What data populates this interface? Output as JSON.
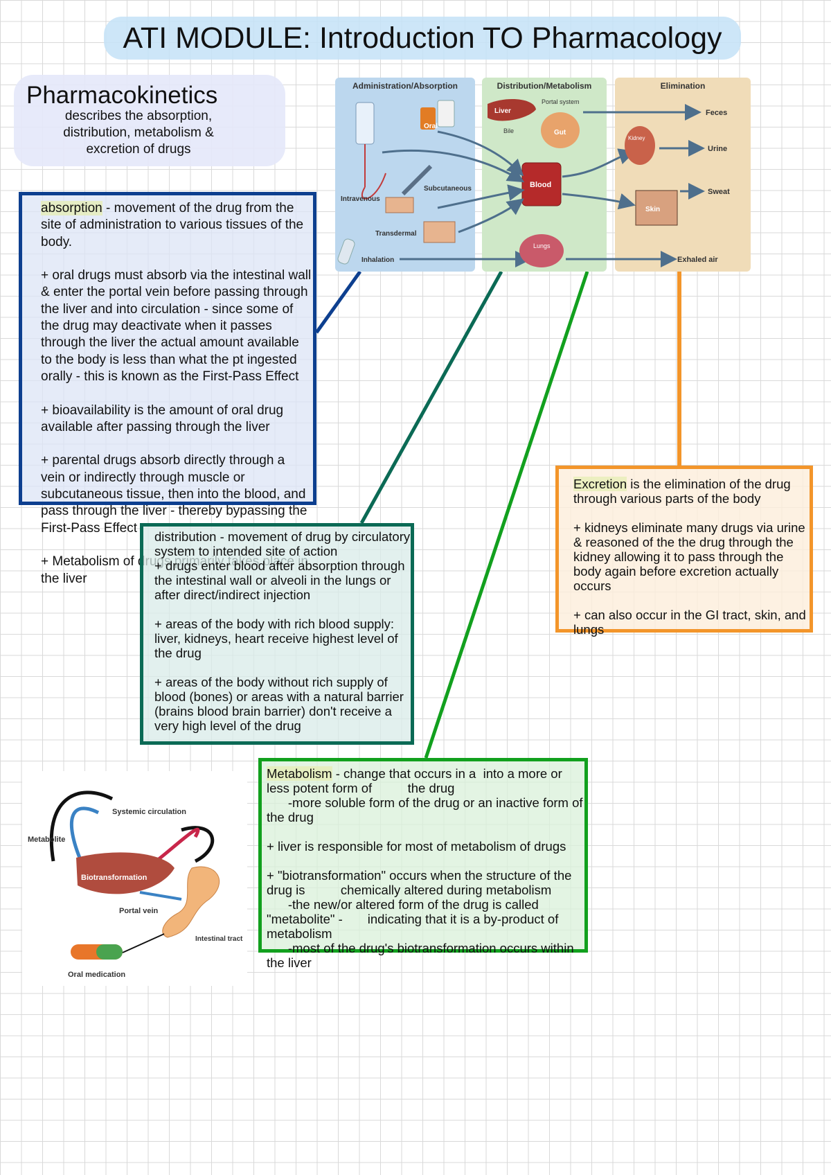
{
  "title": "ATI MODULE: Introduction TO Pharmacology",
  "pharmacokinetics": {
    "heading": "Pharmacokinetics",
    "description": "describes the absorption, distribution, metabolism & excretion of drugs"
  },
  "absorption_note": {
    "term": "absorption",
    "text": " - movement of the drug from the site of administration to various tissues of the body.\n\n+ oral drugs must absorb via the intestinal wall & enter the portal vein before passing through the liver and into circulation - since some of the drug may deactivate when it passes through the liver the actual amount available to the body is less than what the pt ingested orally - this is known as the First-Pass Effect\n\n+ bioavailability is the amount of oral drug available after passing through the liver\n\n+ parental drugs absorb directly through a vein or indirectly through muscle or subcutaneous tissue, then into the blood, and pass through the liver - thereby bypassing the First-Pass Effect\n\n+ Metabolism of drugs primarily takes place in the liver"
  },
  "distribution_note": {
    "text": "distribution - movement of drug by circulatory system to intended site of action\n+ drugs enter blood after absorption through the intestinal wall or alveoli in the lungs or after direct/indirect injection\n\n+ areas of the body with rich blood supply: liver, kidneys, heart receive highest level of the drug\n\n+ areas of the body without rich supply of blood (bones) or areas with a natural barrier (brains blood brain barrier) don't receive a very high level of the drug"
  },
  "metabolism_note": {
    "term": "Metabolism",
    "text": " - change that occurs in a  into a more or less potent form of          the drug\n      -more soluble form of the drug or an inactive form of the drug\n\n+ liver is responsible for most of metabolism of drugs\n\n+ \"biotransformation\" occurs when the structure of the drug is          chemically altered during metabolism\n      -the new/or altered form of the drug is called \"metabolite\" -       indicating that it is a by-product of metabolism\n      -most of the drug's biotransformation occurs within the liver"
  },
  "excretion_note": {
    "term": "Excretion",
    "text": " is the elimination of the drug through various parts of the body\n\n+ kidneys eliminate many drugs via urine & reasoned of the the drug through the kidney allowing it to pass through the body again before excretion actually occurs\n\n+ can also occur in the GI tract, skin, and lungs"
  },
  "figure_top": {
    "panels": [
      "Administration/Absorption",
      "Distribution/Metabolism",
      "Elimination"
    ],
    "labels": {
      "intravenous": "Intravenous",
      "oral": "Oral",
      "subcutaneous": "Subcutaneous",
      "transdermal": "Transdermal",
      "inhalation": "Inhalation",
      "liver": "Liver",
      "portal_system": "Portal system",
      "bile": "Bile",
      "gut": "Gut",
      "blood": "Blood",
      "lungs": "Lungs",
      "kidney": "Kidney",
      "skin": "Skin",
      "feces": "Feces",
      "urine": "Urine",
      "sweat": "Sweat",
      "exhaled_air": "Exhaled air"
    },
    "colors": {
      "absorption": "#bcd7ee",
      "distribution": "#cfe8c8",
      "elimination": "#f0dcb8",
      "arrow": "#4e6f8c"
    }
  },
  "figure_bottom": {
    "labels": {
      "systemic_circulation": "Systemic circulation",
      "metabolite": "Metabolite",
      "biotransformation": "Biotransformation",
      "portal_vein": "Portal vein",
      "intestinal_tract": "Intestinal tract",
      "oral_medication": "Oral medication"
    }
  },
  "connector_colors": {
    "absorption": "#0d3f8f",
    "distribution": "#0b6a55",
    "metabolism": "#12a01e",
    "excretion": "#f3952a"
  }
}
